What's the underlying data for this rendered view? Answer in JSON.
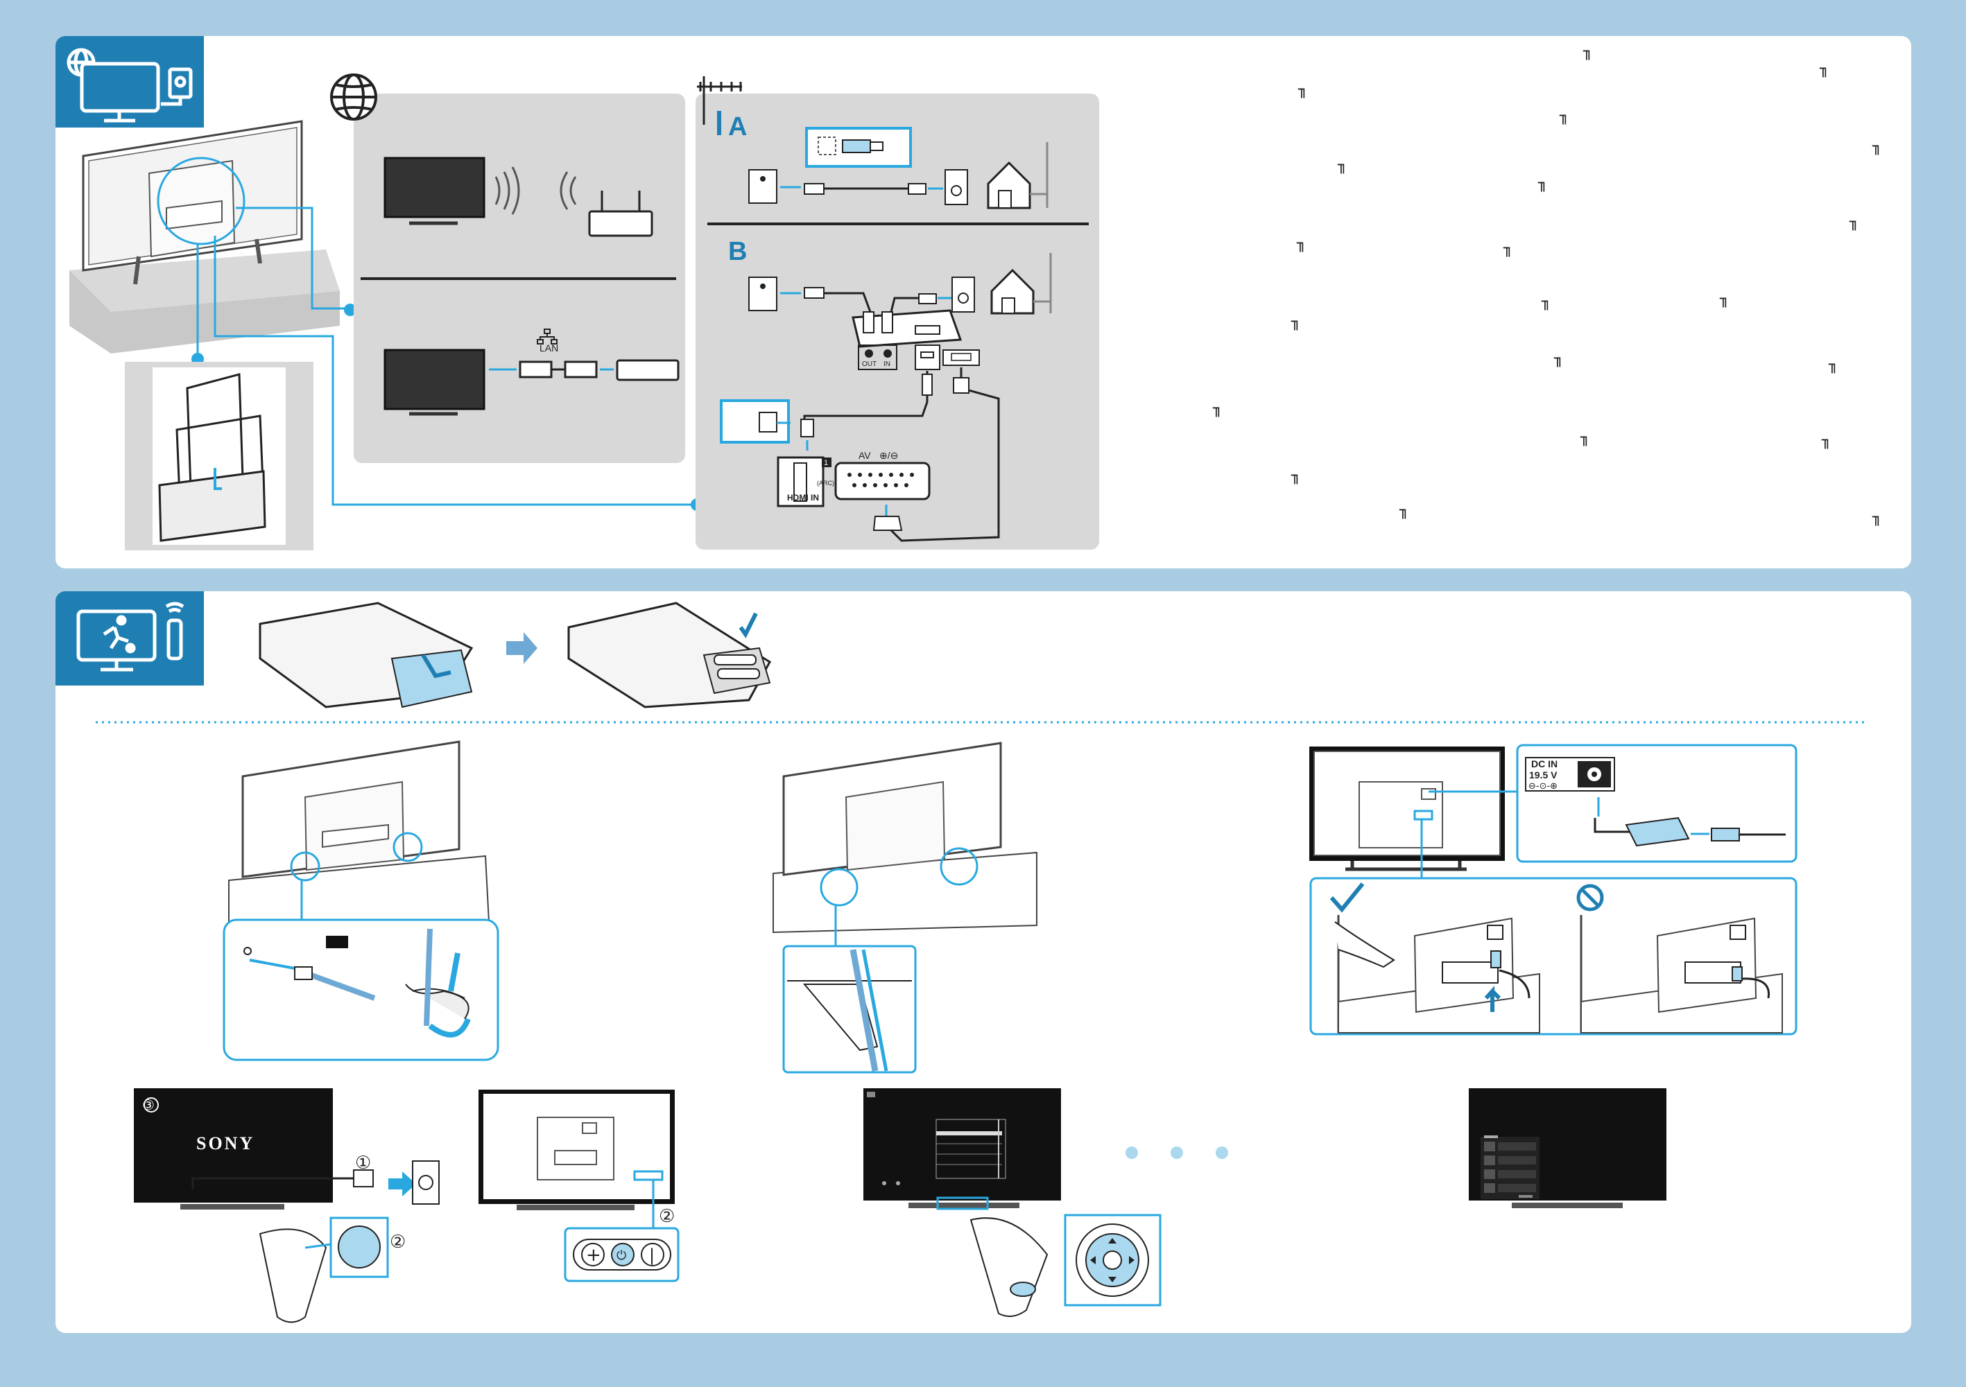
{
  "colors": {
    "background": "#a9cce3",
    "panel": "#ffffff",
    "accent": "#1f7fb3",
    "callout": "#29a8e0",
    "grey_box": "#d8d8d8"
  },
  "icons": {
    "section1": "globe-tv-antenna-icon",
    "section2": "tv-soccer-remote-icon"
  },
  "section_connect": {
    "option_a_label": "A",
    "option_b_label": "B",
    "lan_label": "LAN",
    "stb_out_label": "OUT",
    "stb_in_label": "IN",
    "av_label": "AV",
    "av_symbols": "⊕/⊖",
    "hdmi_label": "HDMI IN",
    "hdmi_port_number": "1",
    "arc_label": "(ARC)"
  },
  "section_setup": {
    "power_adapter": {
      "dc_in_label": "DC IN",
      "voltage_label": "19.5 V",
      "polarity_label": "⊖-⊙-⊕"
    },
    "tv_brand": "SONY",
    "step_labels": {
      "plug_in": "①",
      "press_power": "②",
      "screen_on": "③",
      "tv_buttons": "②"
    },
    "tv_buttons": [
      "+",
      "⏻",
      "|"
    ],
    "progress_dots": 3
  },
  "marker_glyph": "╖"
}
